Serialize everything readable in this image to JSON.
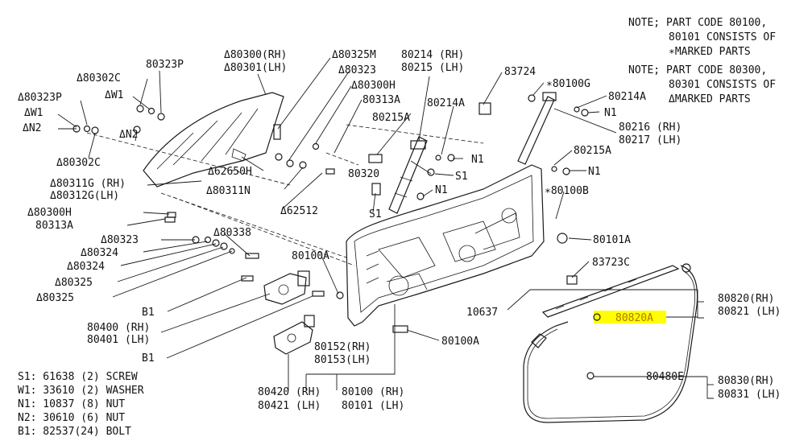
{
  "notes": [
    {
      "lines": [
        "NOTE; PART CODE 80100,",
        "80101 CONSISTS OF",
        "∗MARKED PARTS"
      ]
    },
    {
      "lines": [
        "NOTE; PART CODE 80300,",
        "80301 CONSISTS OF",
        "ΔMARKED PARTS"
      ]
    }
  ],
  "labels": {
    "l80323P": "80323P",
    "l80302C_top": "Δ80302C",
    "l80323P_left": "Δ80323P",
    "lW1_a": "ΔW1",
    "lW1_b": "ΔW1",
    "lN2_a": "ΔN2",
    "lN2_b": "ΔN2",
    "l80302C_bot": "Δ80302C",
    "l80300RH": "Δ80300(RH)",
    "l80301LH": "Δ80301(LH)",
    "l80325M": "Δ80325M",
    "l80323_top": "Δ80323",
    "l80300H_top": "Δ80300H",
    "l80313A_top": "80313A",
    "l80214RH": "80214 (RH)",
    "l80215LH": "80215 (LH)",
    "l83724": "83724",
    "l80100G": "∗80100G",
    "l80214A_right": "80214A",
    "lN1_a": "N1",
    "l80214A_mid": "80214A",
    "l80215A_left": "80215A",
    "lN1_b": "N1",
    "l80216RH": "80216 (RH)",
    "l80217LH": "80217 (LH)",
    "l80215A_right": "80215A",
    "lN1_c": "N1",
    "l62650H": "Δ62650H",
    "l80320": "80320",
    "lS1_a": "S1",
    "lN1_d": "N1",
    "l80311G": "Δ80311G (RH)",
    "l80312G": "Δ80312G(LH)",
    "l80311N": "Δ80311N",
    "l80100B": "∗80100B",
    "l80300H_left": "Δ80300H",
    "l80313A_left": "80313A",
    "l62512": "Δ62512",
    "lS1_b": "S1",
    "l80323_mid": "Δ80323",
    "l80338": "Δ80338",
    "l80101A": "80101A",
    "l80324_a": "Δ80324",
    "l80324_b": "Δ80324",
    "l80100A_top": "80100A",
    "l80325_a": "Δ80325",
    "l80325_b": "Δ80325",
    "l83723C": "83723C",
    "lB1_a": "B1",
    "l10637": "10637",
    "l80820A": "80820A",
    "l80820RH": "80820(RH)",
    "l80821LH": "80821 (LH)",
    "l80400RH": "80400 (RH)",
    "l80401LH": "80401 (LH)",
    "l80100A_bot": "80100A",
    "lB1_b": "B1",
    "l80152RH": "80152(RH)",
    "l80153LH": "80153(LH)",
    "l80480E": "80480E",
    "l80830RH": "80830(RH)",
    "l80831LH": "80831 (LH)",
    "l80420RH": "80420 (RH)",
    "l80421LH": "80421 (LH)",
    "l80100RH": "80100 (RH)",
    "l80101LH": "80101 (LH)"
  },
  "legend": [
    "S1: 61638 (2) SCREW",
    "W1: 33610 (2) WASHER",
    "N1: 10837 (8) NUT",
    "N2: 30610 (6) NUT",
    "B1: 82537(24) BOLT"
  ],
  "highlight": {
    "part": "80820A",
    "color": "#ffff00"
  }
}
